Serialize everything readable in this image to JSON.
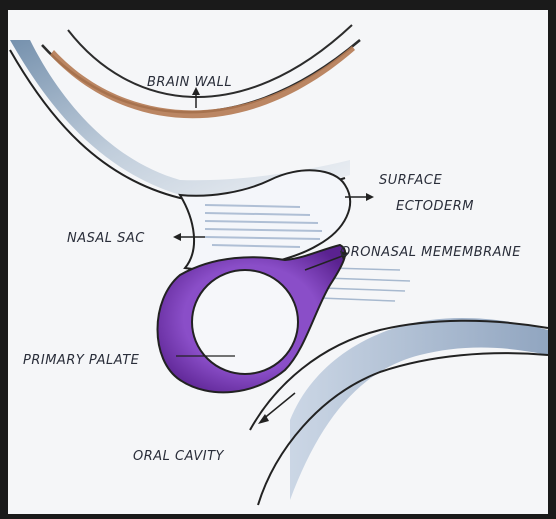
{
  "labels": {
    "brain_wall": "BRAIN WALL",
    "surface_ectoderm_line1": "SURFACE",
    "surface_ectoderm_line2": "ECTODERM",
    "nasal_sac": "NASAL SAC",
    "oronasal_membrane": "ORONASAL MEMEMBRANE",
    "primary_palate": "PRIMARY PALATE",
    "oral_cavity": "ORAL CAVITY"
  },
  "colors": {
    "paper": "#f5f6f8",
    "frame": "#1a1a1a",
    "ink": "#222222",
    "brain_brown": "#b57a52",
    "ectoderm_blue": "#6f8eaa",
    "palate_purple": "#6b2fa8",
    "shading_blue": "#9fb2cc"
  }
}
